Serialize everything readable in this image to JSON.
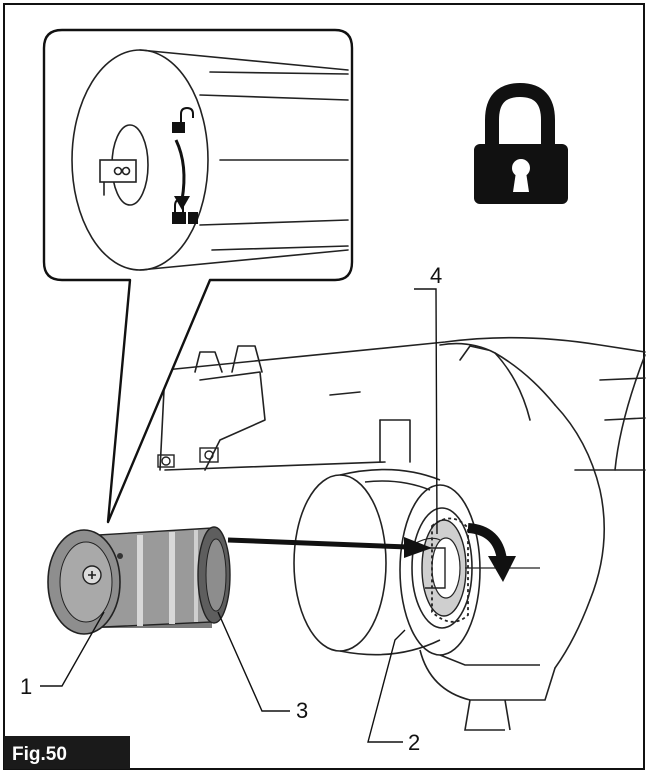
{
  "figure": {
    "label": "Fig.50"
  },
  "callouts": [
    {
      "id": "1",
      "text": "1"
    },
    {
      "id": "2",
      "text": "2"
    },
    {
      "id": "3",
      "text": "3"
    },
    {
      "id": "4",
      "text": "4"
    }
  ],
  "icons": {
    "status": "padlock-locked-icon",
    "inset_lock": "lock-icon",
    "inset_unlock": "unlock-icon"
  },
  "colors": {
    "ink": "#111111",
    "label_bg": "#1a1a1a",
    "part_dark": "#6e6e6e",
    "part_light": "#bdbdbd"
  }
}
